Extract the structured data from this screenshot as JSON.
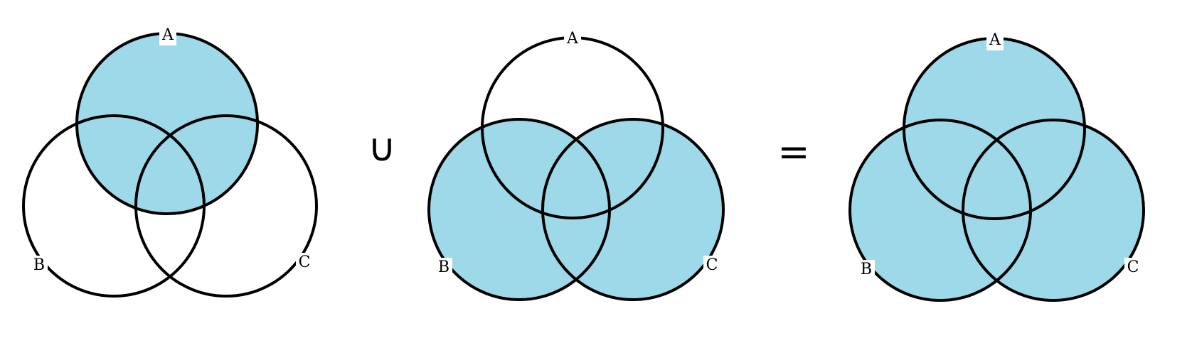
{
  "fill_color": "#9dd9e8",
  "stroke_color": "#000000",
  "operators": {
    "union": "∪",
    "equals": "="
  },
  "diagrams": [
    {
      "name": "diagram-a",
      "circles": [
        {
          "key": "A",
          "label": "A",
          "shaded": true
        },
        {
          "key": "B",
          "label": "B",
          "shaded": false
        },
        {
          "key": "C",
          "label": "C",
          "shaded": false
        }
      ]
    },
    {
      "name": "diagram-b-or-c",
      "circles": [
        {
          "key": "A",
          "label": "A",
          "shaded": false
        },
        {
          "key": "B",
          "label": "B",
          "shaded": true
        },
        {
          "key": "C",
          "label": "C",
          "shaded": true
        }
      ]
    },
    {
      "name": "diagram-a-or-b-or-c",
      "circles": [
        {
          "key": "A",
          "label": "A",
          "shaded": true
        },
        {
          "key": "B",
          "label": "B",
          "shaded": true
        },
        {
          "key": "C",
          "label": "C",
          "shaded": true
        }
      ]
    }
  ]
}
